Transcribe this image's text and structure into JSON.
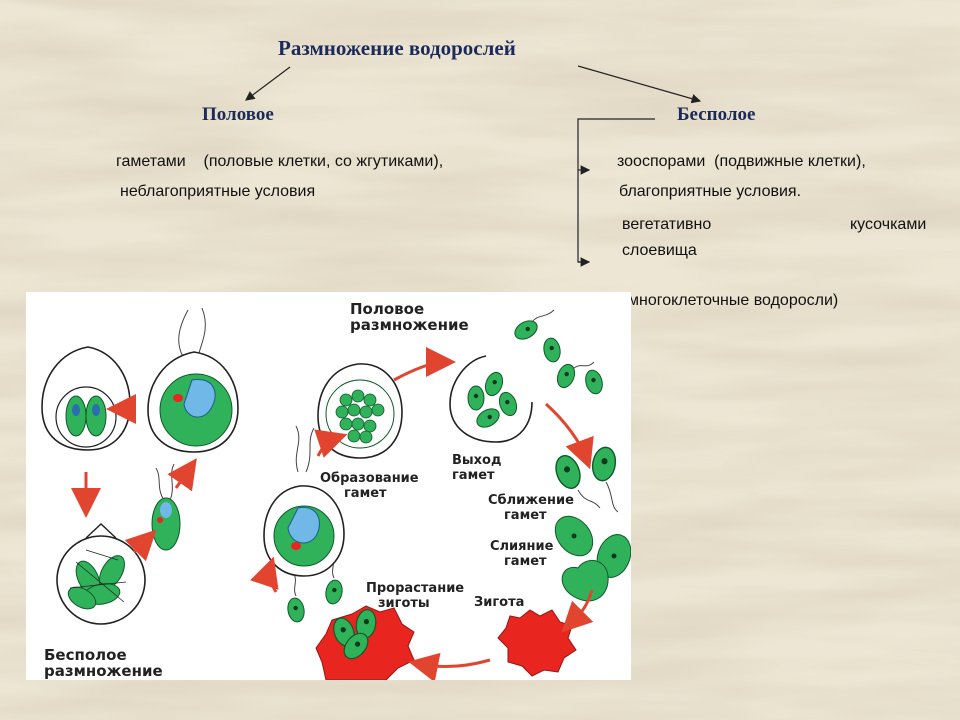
{
  "title": "Размножение водорослей",
  "branches": {
    "sexual": {
      "label": "Половое",
      "line1": "гаметами    (половые клетки, со жгутиками),",
      "line2": "неблагоприятные условия"
    },
    "asexual": {
      "label": "Бесполое",
      "line1": "зооспорами  (подвижные клетки),",
      "line2": "благоприятные условия.",
      "line3_left": "вегетативно",
      "line3_right": "кусочками",
      "line4": "слоевища",
      "line5": "многоклеточные водоросли)"
    }
  },
  "illustration": {
    "sexual_heading_1": "Половое",
    "sexual_heading_2": "размножение",
    "asexual_heading_1": "Бесполое",
    "asexual_heading_2": "размножение",
    "stages": {
      "gamete_formation_1": "Образование",
      "gamete_formation_2": "гамет",
      "gamete_exit_1": "Выход",
      "gamete_exit_2": "гамет",
      "gamete_approach_1": "Сближение",
      "gamete_approach_2": "гамет",
      "gamete_fusion_1": "Слияние",
      "gamete_fusion_2": "гамет",
      "zygote": "Зигота",
      "zygote_germination_1": "Прорастание",
      "zygote_germination_2": "зиготы"
    }
  },
  "colors": {
    "cell_green": "#2fb25a",
    "chloroplast": "#1f8a45",
    "nucleus_blue": "#6fb8e8",
    "arrow_red": "#e2452f",
    "zygote_red": "#e8261f",
    "heading_blue": "#1b2a5a"
  }
}
